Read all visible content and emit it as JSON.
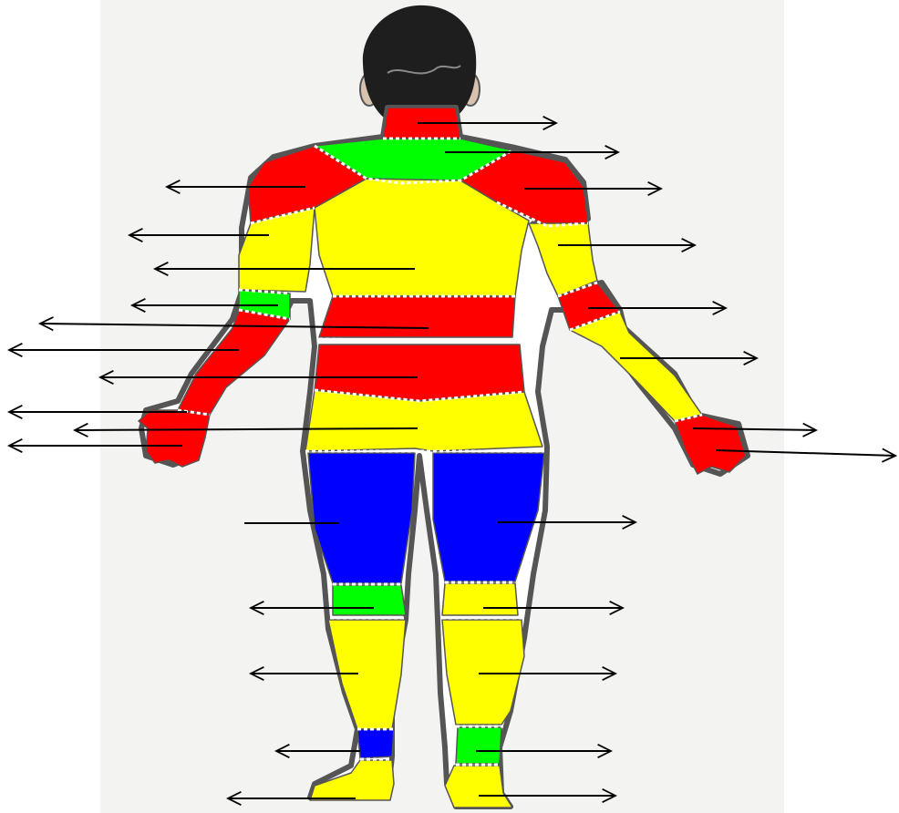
{
  "figure": {
    "background": "#ffffff",
    "paper_tint": "#f3f3f1",
    "outline_color": "#555555",
    "skin_outline": "#ffffff",
    "hair_color": "#1e1e1e",
    "skin_color": "#d8c3b0",
    "palette": {
      "red": "#ff0000",
      "green": "#00ff00",
      "yellow": "#ffff00",
      "blue": "#0000ff"
    },
    "regions": [
      {
        "name": "neck",
        "color": "red"
      },
      {
        "name": "upper-back",
        "color": "green"
      },
      {
        "name": "left-shoulder",
        "color": "red"
      },
      {
        "name": "right-shoulder",
        "color": "red"
      },
      {
        "name": "mid-back",
        "color": "yellow"
      },
      {
        "name": "left-upper-arm",
        "color": "yellow"
      },
      {
        "name": "right-upper-arm",
        "color": "yellow"
      },
      {
        "name": "left-elbow",
        "color": "green"
      },
      {
        "name": "right-elbow",
        "color": "red"
      },
      {
        "name": "left-forearm",
        "color": "red"
      },
      {
        "name": "right-forearm",
        "color": "yellow"
      },
      {
        "name": "left-hand",
        "color": "red"
      },
      {
        "name": "right-hand",
        "color": "red"
      },
      {
        "name": "waist-band-upper",
        "color": "red"
      },
      {
        "name": "waist-band-lower",
        "color": "red"
      },
      {
        "name": "buttocks",
        "color": "yellow"
      },
      {
        "name": "left-thigh",
        "color": "blue"
      },
      {
        "name": "right-thigh",
        "color": "blue"
      },
      {
        "name": "left-knee",
        "color": "green"
      },
      {
        "name": "right-knee",
        "color": "yellow"
      },
      {
        "name": "left-calf",
        "color": "yellow"
      },
      {
        "name": "right-calf",
        "color": "yellow"
      },
      {
        "name": "left-ankle",
        "color": "blue"
      },
      {
        "name": "right-ankle",
        "color": "green"
      },
      {
        "name": "left-foot",
        "color": "yellow"
      },
      {
        "name": "right-foot",
        "color": "yellow"
      }
    ],
    "arrow_color": "#000000",
    "arrow_count": 28
  }
}
